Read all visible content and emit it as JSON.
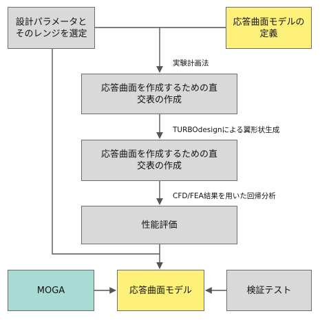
{
  "boxes": {
    "param_select": "設計パラメータとそのレンジを選定",
    "rsm_define": "応答曲面モデルの定義",
    "ortho_1": "応答曲面を作成するための直交表の作成",
    "ortho_2": "応答曲面を作成するための直交表の作成",
    "perf_eval": "性能評価",
    "moga": "MOGA",
    "rsm_model": "応答曲面モデル",
    "verify_test": "検証テスト"
  },
  "labels": {
    "doe": "実験計画法",
    "turbodesign": "TURBOdesignによる翼形状生成",
    "cfd_fea": "CFD/FEA結果を用いた回帰分析"
  },
  "colors": {
    "grey_box": "#d9d9d9",
    "yellow_box": "#fef17a",
    "teal_box": "#a7dbd3",
    "line": "#555555"
  }
}
